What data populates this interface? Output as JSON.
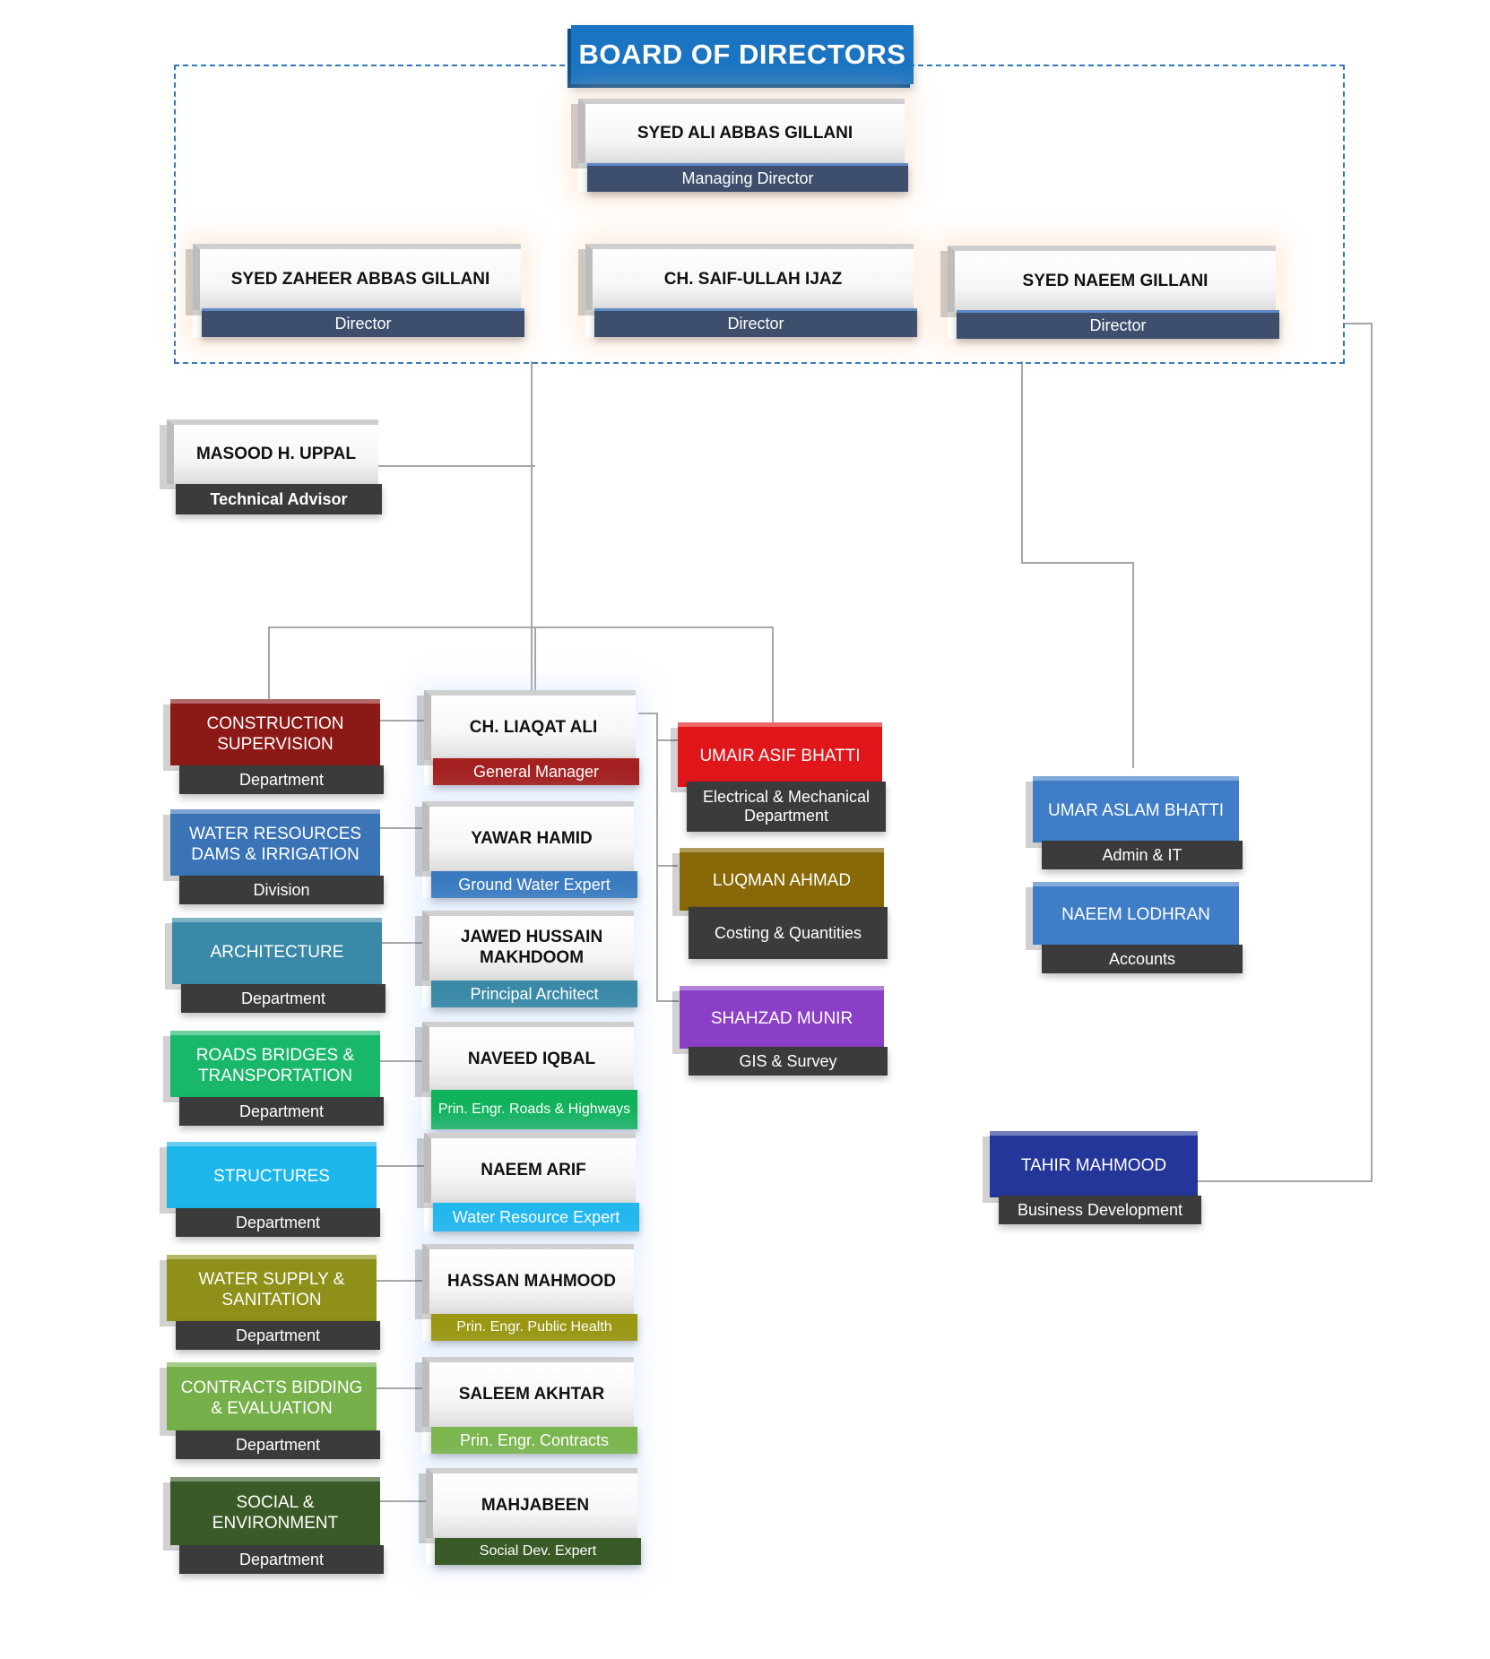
{
  "board": {
    "title": "BOARD OF DIRECTORS"
  },
  "managing_director": {
    "name": "SYED ALI ABBAS GILLANI",
    "role": "Managing Director"
  },
  "directors": [
    {
      "name": "SYED ZAHEER ABBAS GILLANI",
      "role": "Director"
    },
    {
      "name": "CH. SAIF-ULLAH IJAZ",
      "role": "Director"
    },
    {
      "name": "SYED NAEEM GILLANI",
      "role": "Director"
    }
  ],
  "technical_advisor": {
    "name": "MASOOD H. UPPAL",
    "role": "Technical Advisor"
  },
  "departments": [
    {
      "name": "CONSTRUCTION SUPERVISION",
      "type": "Department",
      "color": "#8b1a17"
    },
    {
      "name": "WATER RESOURCES DAMS & IRRIGATION",
      "type": "Division",
      "color": "#3a74b6"
    },
    {
      "name": "ARCHITECTURE",
      "type": "Department",
      "color": "#3a8aa7"
    },
    {
      "name": "ROADS BRIDGES & TRANSPORTATION",
      "type": "Department",
      "color": "#19b76a"
    },
    {
      "name": "STRUCTURES",
      "type": "Department",
      "color": "#1cb6ea"
    },
    {
      "name": "WATER SUPPLY & SANITATION",
      "type": "Department",
      "color": "#8f901a"
    },
    {
      "name": "CONTRACTS BIDDING & EVALUATION",
      "type": "Department",
      "color": "#76b04a"
    },
    {
      "name": "SOCIAL & ENVIRONMENT",
      "type": "Department",
      "color": "#3a5b28"
    }
  ],
  "heads": [
    {
      "name": "CH. LIAQAT ALI",
      "role": "General Manager",
      "color": "#a52120"
    },
    {
      "name": "YAWAR HAMID",
      "role": "Ground Water Expert",
      "color": "#3a7bc0"
    },
    {
      "name": "JAWED HUSSAIN MAKHDOOM",
      "role": "Principal Architect",
      "color": "#3a8aa7"
    },
    {
      "name": "NAVEED IQBAL",
      "role": "Prin. Engr. Roads & Highways",
      "color": "#10b25a"
    },
    {
      "name": "NAEEM ARIF",
      "role": "Water Resource Expert",
      "color": "#22b8ee"
    },
    {
      "name": "HASSAN MAHMOOD",
      "role": "Prin. Engr. Public Health",
      "color": "#9a9812"
    },
    {
      "name": "SALEEM AKHTAR",
      "role": "Prin. Engr. Contracts",
      "color": "#7cb64e"
    },
    {
      "name": "MAHJABEEN",
      "role": "Social Dev.  Expert",
      "color": "#3a5b28"
    }
  ],
  "specialists": [
    {
      "name": "UMAIR ASIF BHATTI",
      "role": "Electrical & Mechanical Department",
      "color": "#e0161a"
    },
    {
      "name": "LUQMAN AHMAD",
      "role": "Costing & Quantities",
      "color": "#886807"
    },
    {
      "name": "SHAHZAD MUNIR",
      "role": "GIS & Survey",
      "color": "#8a3fc6"
    }
  ],
  "admin": [
    {
      "name": "UMAR ASLAM BHATTI",
      "role": "Admin & IT",
      "color": "#3f7ec7"
    },
    {
      "name": "NAEEM LODHRAN",
      "role": "Accounts",
      "color": "#3f7ec7"
    }
  ],
  "business": {
    "name": "TAHIR MAHMOOD",
    "role": "Business Development",
    "color": "#24369a"
  }
}
